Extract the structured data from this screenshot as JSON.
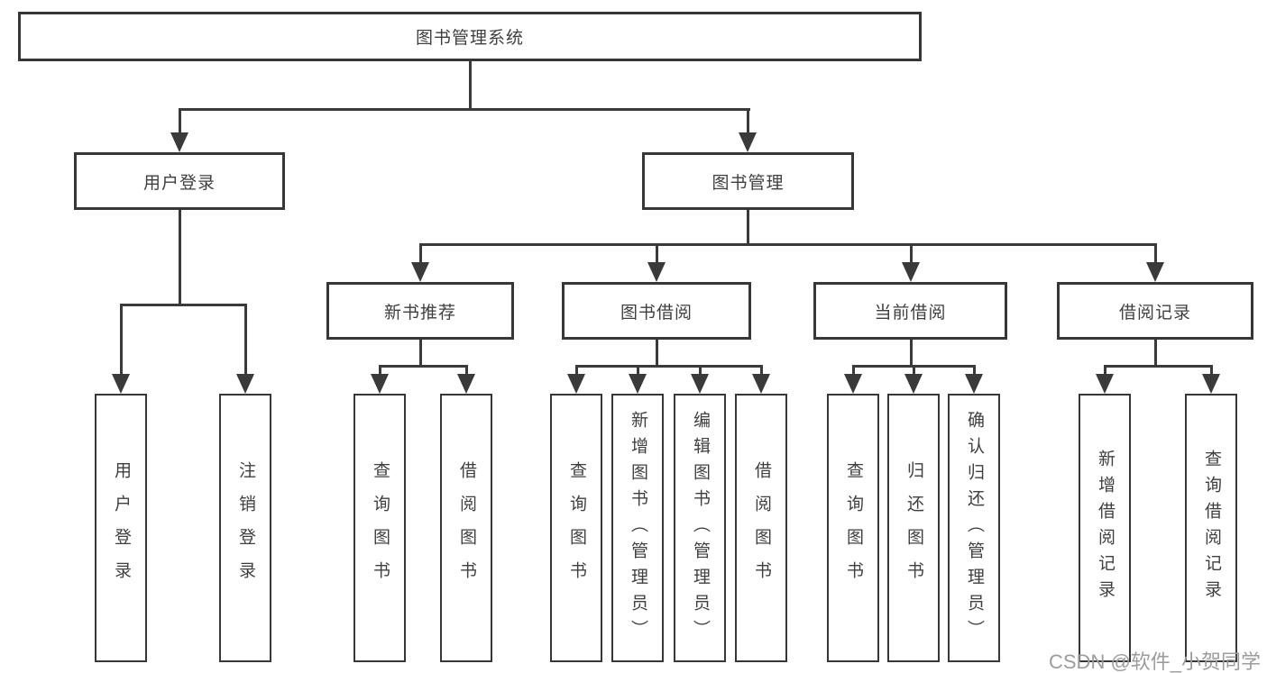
{
  "tree": {
    "root": {
      "label": "图书管理系统"
    },
    "level2": [
      {
        "label": "用户登录"
      },
      {
        "label": "图书管理"
      }
    ],
    "level3": [
      {
        "label": "新书推荐"
      },
      {
        "label": "图书借阅"
      },
      {
        "label": "当前借阅"
      },
      {
        "label": "借阅记录"
      }
    ],
    "leaves": [
      {
        "label": "用户登录"
      },
      {
        "label": "注销登录"
      },
      {
        "label": "查询图书"
      },
      {
        "label": "借阅图书"
      },
      {
        "label": "查询图书"
      },
      {
        "label": "新增图书（管理员）"
      },
      {
        "label": "编辑图书（管理员）"
      },
      {
        "label": "借阅图书"
      },
      {
        "label": "查询图书"
      },
      {
        "label": "归还图书"
      },
      {
        "label": "确认归还（管理员）"
      },
      {
        "label": "新增借阅记录"
      },
      {
        "label": "查询借阅记录"
      }
    ]
  },
  "watermark": "CSDN @软件_小贺同学",
  "colors": {
    "line": "#3a3a3a",
    "box_border": "#373737",
    "text": "#3f3f3f",
    "watermark": "#9c9c9c",
    "background": "#ffffff"
  }
}
